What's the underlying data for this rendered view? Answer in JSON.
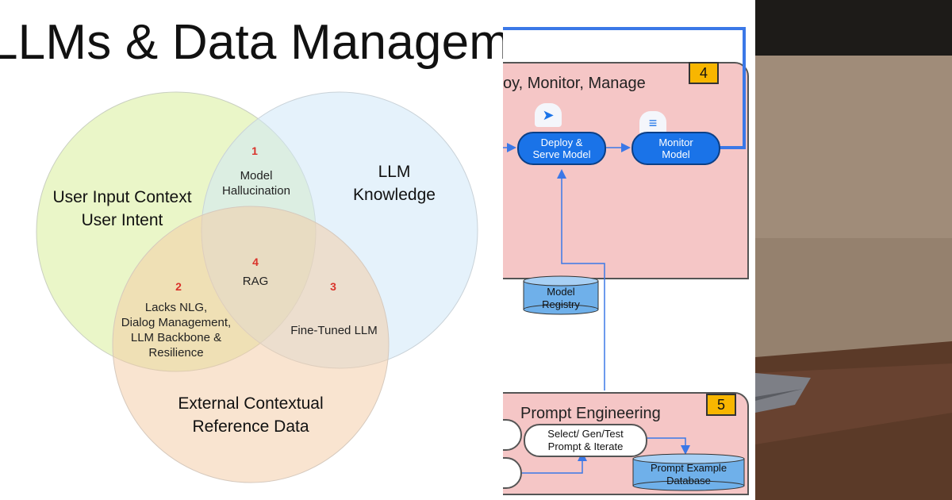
{
  "venn": {
    "title": "LLMs & Data Management",
    "circles": {
      "user_input": "User Input Context\nUser Intent",
      "llm_knowledge": "LLM\nKnowledge",
      "external": "External Contextual\nReference Data"
    },
    "regions": [
      {
        "number": "1",
        "text": "Model\nHallucination"
      },
      {
        "number": "2",
        "text": "Lacks NLG,\nDialog Management,\nLLM Backbone &\nResilience"
      },
      {
        "number": "3",
        "text": "Fine-Tuned LLM"
      },
      {
        "number": "4",
        "text": "RAG"
      }
    ],
    "colors": {
      "green": "#e3f2b6",
      "blue": "#dff0fb",
      "orange": "#f6dcc4",
      "number_red": "#d9322a"
    }
  },
  "mlops": {
    "section4": {
      "title": "oy, Monitor, Manage",
      "badge": "4"
    },
    "deploy": {
      "line1": "Deploy &",
      "line2": "Serve Model",
      "icon": "send-icon"
    },
    "monitor": {
      "line1": "Monitor",
      "line2": "Model",
      "icon": "tune-icon"
    },
    "registry": {
      "line1": "Model",
      "line2": "Registry"
    },
    "section5": {
      "title": "Prompt Engineering",
      "badge": "5"
    },
    "select": {
      "line1": "Select/ Gen/Test",
      "line2": "Prompt & Iterate"
    },
    "prompt_db": {
      "line1": "Prompt Example",
      "line2": "Database"
    },
    "colors": {
      "section_fill": "#f5c6c6",
      "pill_blue": "#1a73e8",
      "badge_yellow": "#f8b600",
      "arrow_blue": "#3b78e7"
    }
  }
}
